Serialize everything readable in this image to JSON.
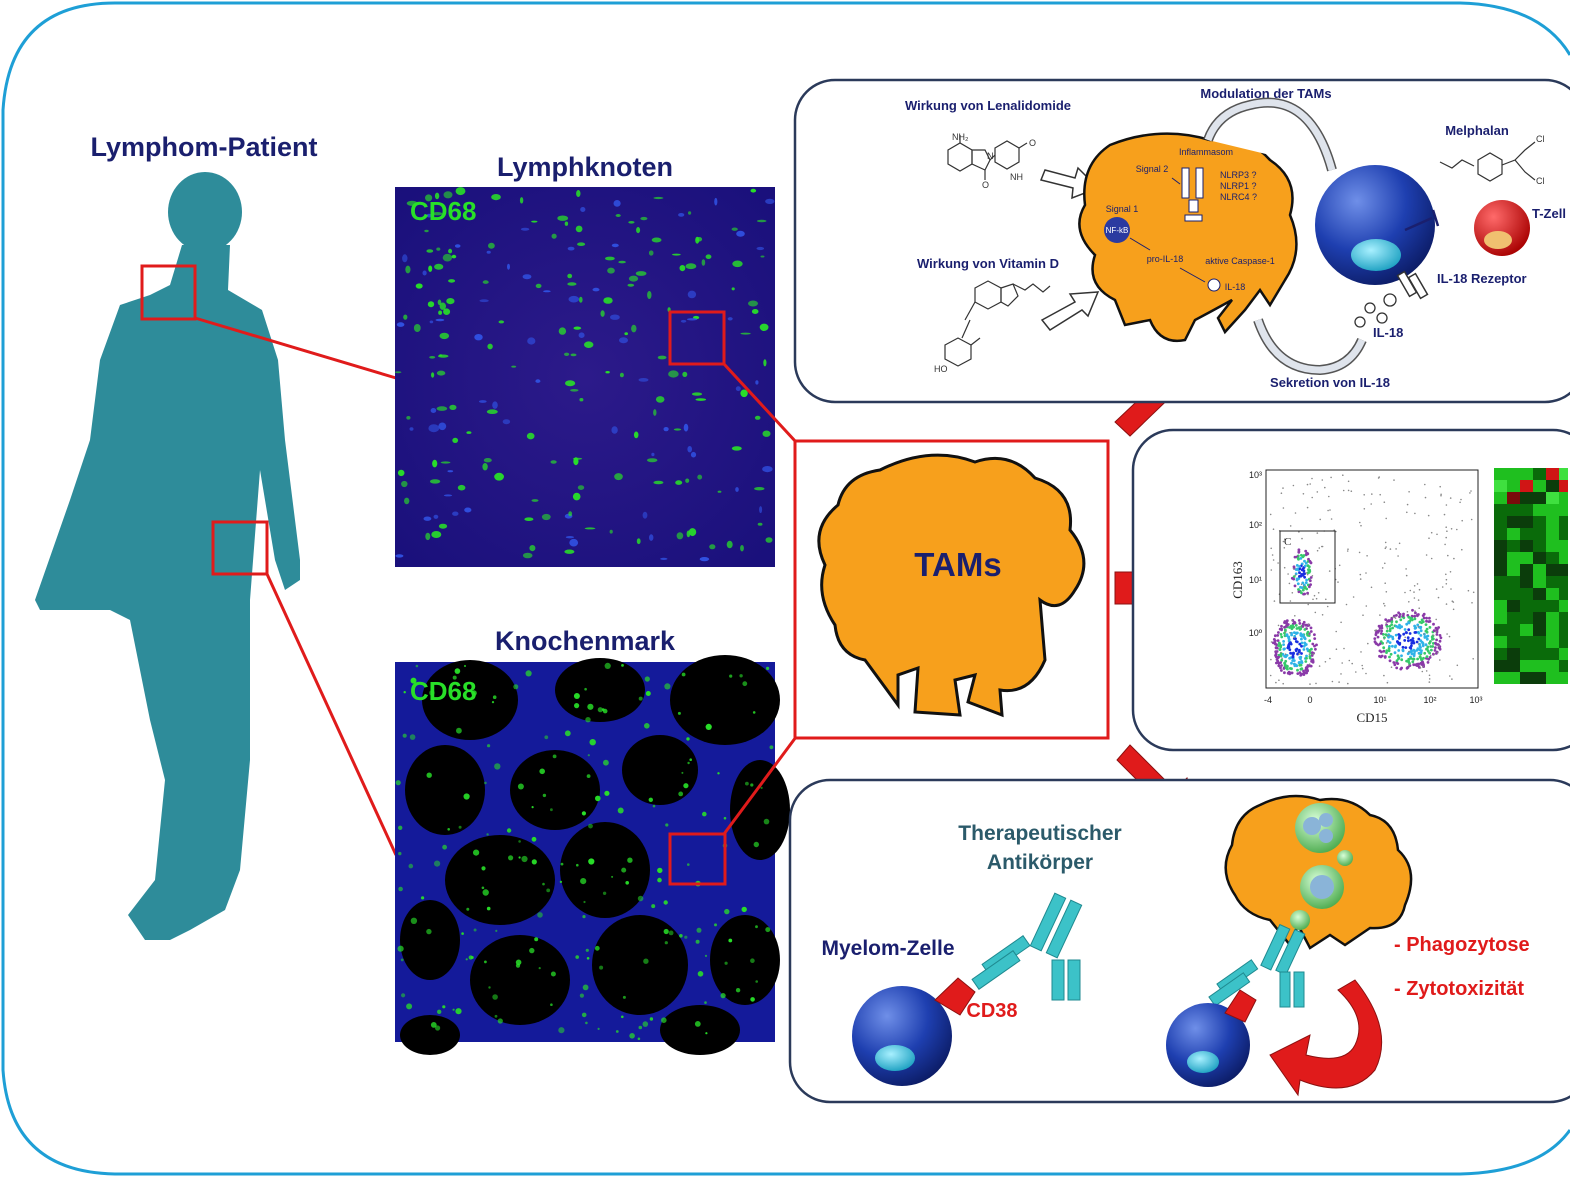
{
  "patient": {
    "title": "Lymphom-Patient"
  },
  "lymph_node": {
    "title": "Lymphknoten",
    "stain": "CD68"
  },
  "bone_marrow": {
    "title": "Knochenmark",
    "stain": "CD68"
  },
  "center": {
    "label": "TAMs"
  },
  "top_panel": {
    "lenalidomide": "Wirkung von Lenalidomide",
    "vitamin_d": "Wirkung von Vitamin D",
    "modulation": "Modulation der TAMs",
    "melphalan": "Melphalan",
    "tcell": "T-Zell",
    "il18_receptor": "IL-18 Rezeptor",
    "il18": "IL-18",
    "secretion": "Sekretion von IL-18",
    "inflammasom": "Inflammasom",
    "signal2": "Signal 2",
    "signal1": "Signal 1",
    "nfkb": "NF-kB",
    "nlrp3": "NLRP3 ?",
    "nlrp1": "NLRP1 ?",
    "nlrc4": "NLRC4 ?",
    "pro_il18": "pro-IL-18",
    "caspase": "aktive Caspase-1",
    "il18_inner": "IL-18",
    "mol_nh2": "NH₂",
    "mol_o1": "O",
    "mol_o2": "O",
    "mol_o3": "O",
    "mol_nh": "NH",
    "mol_n": "N",
    "mol_ho": "HO",
    "mol_cl1": "Cl",
    "mol_cl2": "Cl"
  },
  "flow_panel": {
    "xlabel": "CD15",
    "ylabel": "CD163",
    "gate_label": "C",
    "x_ticks": [
      "-4",
      "0",
      "10¹",
      "10²",
      "10³"
    ],
    "y_ticks": [
      "10³",
      "10²",
      "10¹",
      "10º"
    ]
  },
  "bottom_panel": {
    "antibody_line1": "Therapeutischer",
    "antibody_line2": "Antikörper",
    "myeloma": "Myelom-Zelle",
    "cd38": "CD38",
    "phagocytosis": "- Phagozytose",
    "cytotoxicity": "- Zytotoxizität"
  },
  "colors": {
    "navy": "#1a1f6e",
    "tam_orange": "#f7a01c",
    "red": "#e01b1b",
    "teal_silhouette": "#2e8c9a",
    "green_stain": "#28e028",
    "frame_blue": "#1e9fd6",
    "antibody": "#3cc2c8"
  },
  "icons": [
    "arrow-right-icon",
    "macrophage-icon",
    "myeloma-cell-icon",
    "t-cell-icon",
    "antibody-icon"
  ]
}
